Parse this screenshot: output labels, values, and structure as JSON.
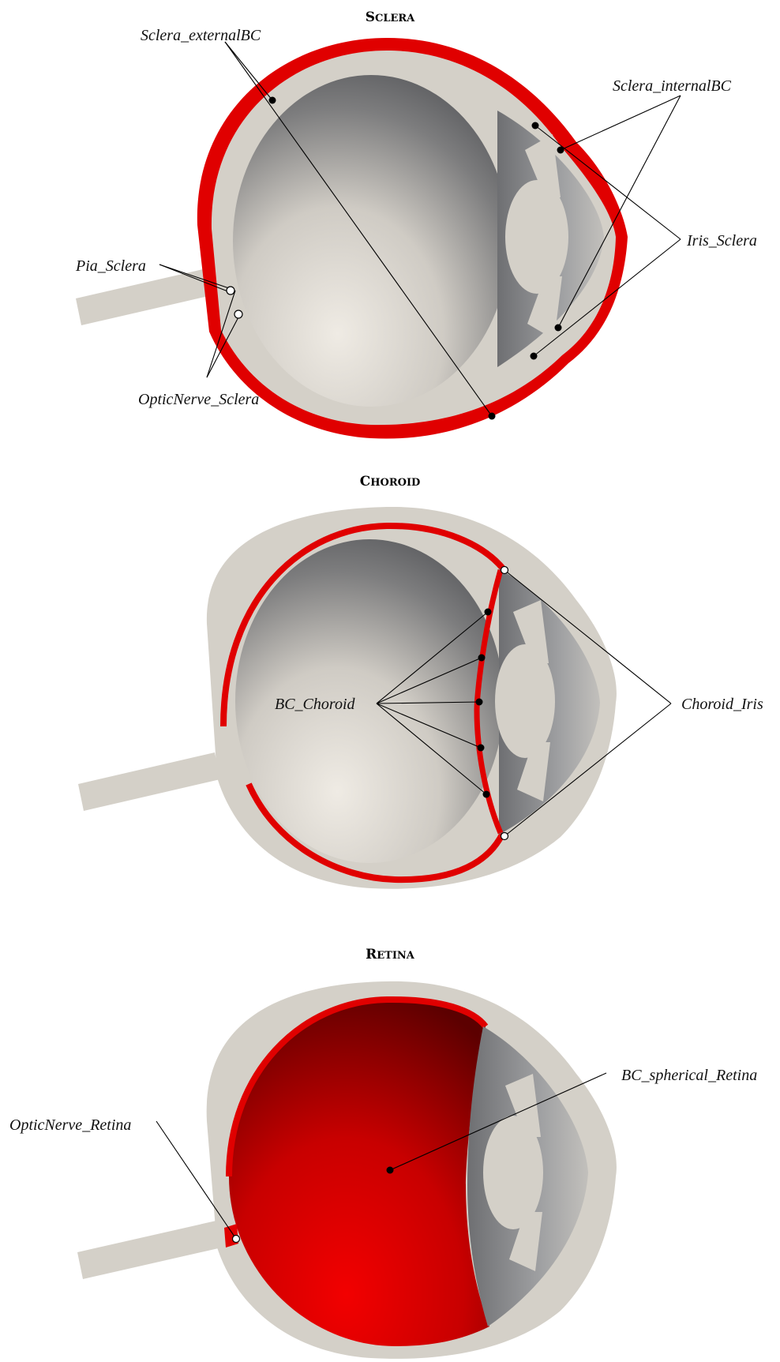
{
  "colors": {
    "highlight": "#e00000",
    "tissue": "#d4d0c8",
    "background": "#ffffff"
  },
  "panels": [
    {
      "title_initial": "S",
      "title_rest": "CLERA",
      "labels": {
        "external_bc": "Sclera_externalBC",
        "internal_bc": "Sclera_internalBC",
        "iris_sclera": "Iris_Sclera",
        "pia_sclera": "Pia_Sclera",
        "optic_nerve_sclera": "OpticNerve_Sclera"
      }
    },
    {
      "title_initial": "C",
      "title_rest": "HOROID",
      "labels": {
        "bc_choroid": "BC_Choroid",
        "choroid_iris": "Choroid_Iris"
      }
    },
    {
      "title_initial": "R",
      "title_rest": "ETINA",
      "labels": {
        "bc_spherical_retina": "BC_spherical_Retina",
        "optic_nerve_retina": "OpticNerve_Retina"
      }
    }
  ]
}
